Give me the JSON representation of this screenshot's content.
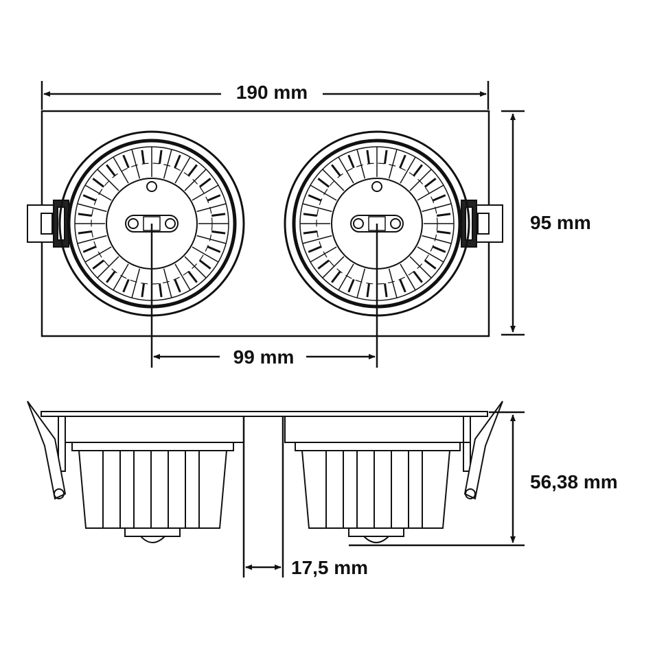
{
  "colors": {
    "line": "#111111",
    "background": "#ffffff",
    "fill_dark": "#222222"
  },
  "dimensions": {
    "total_width": "190 mm",
    "total_height": "95 mm",
    "center_distance": "99 mm",
    "install_depth": "56,38 mm",
    "gap": "17,5 mm"
  }
}
